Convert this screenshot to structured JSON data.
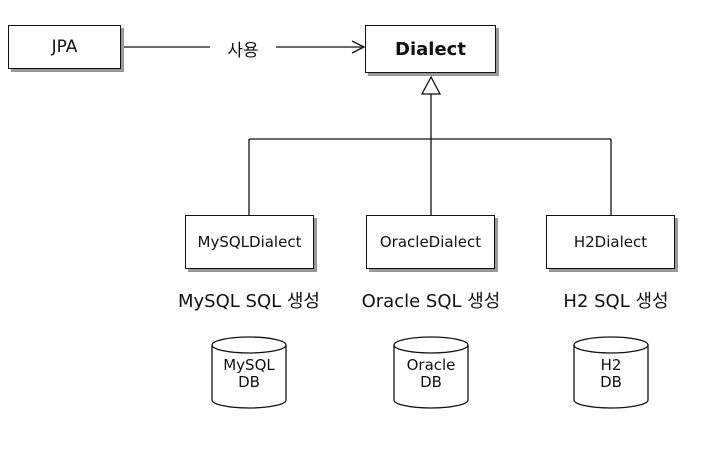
{
  "jpa": {
    "label": "JPA"
  },
  "uses_label": "사용",
  "dialect": {
    "label": "Dialect"
  },
  "implementations": [
    {
      "class_label": "MySQLDialect",
      "caption": "MySQL SQL 생성",
      "db_line1": "MySQL",
      "db_line2": "DB"
    },
    {
      "class_label": "OracleDialect",
      "caption": "Oracle SQL 생성",
      "db_line1": "Oracle",
      "db_line2": "DB"
    },
    {
      "class_label": "H2Dialect",
      "caption": "H2 SQL 생성",
      "db_line1": "H2",
      "db_line2": "DB"
    }
  ]
}
